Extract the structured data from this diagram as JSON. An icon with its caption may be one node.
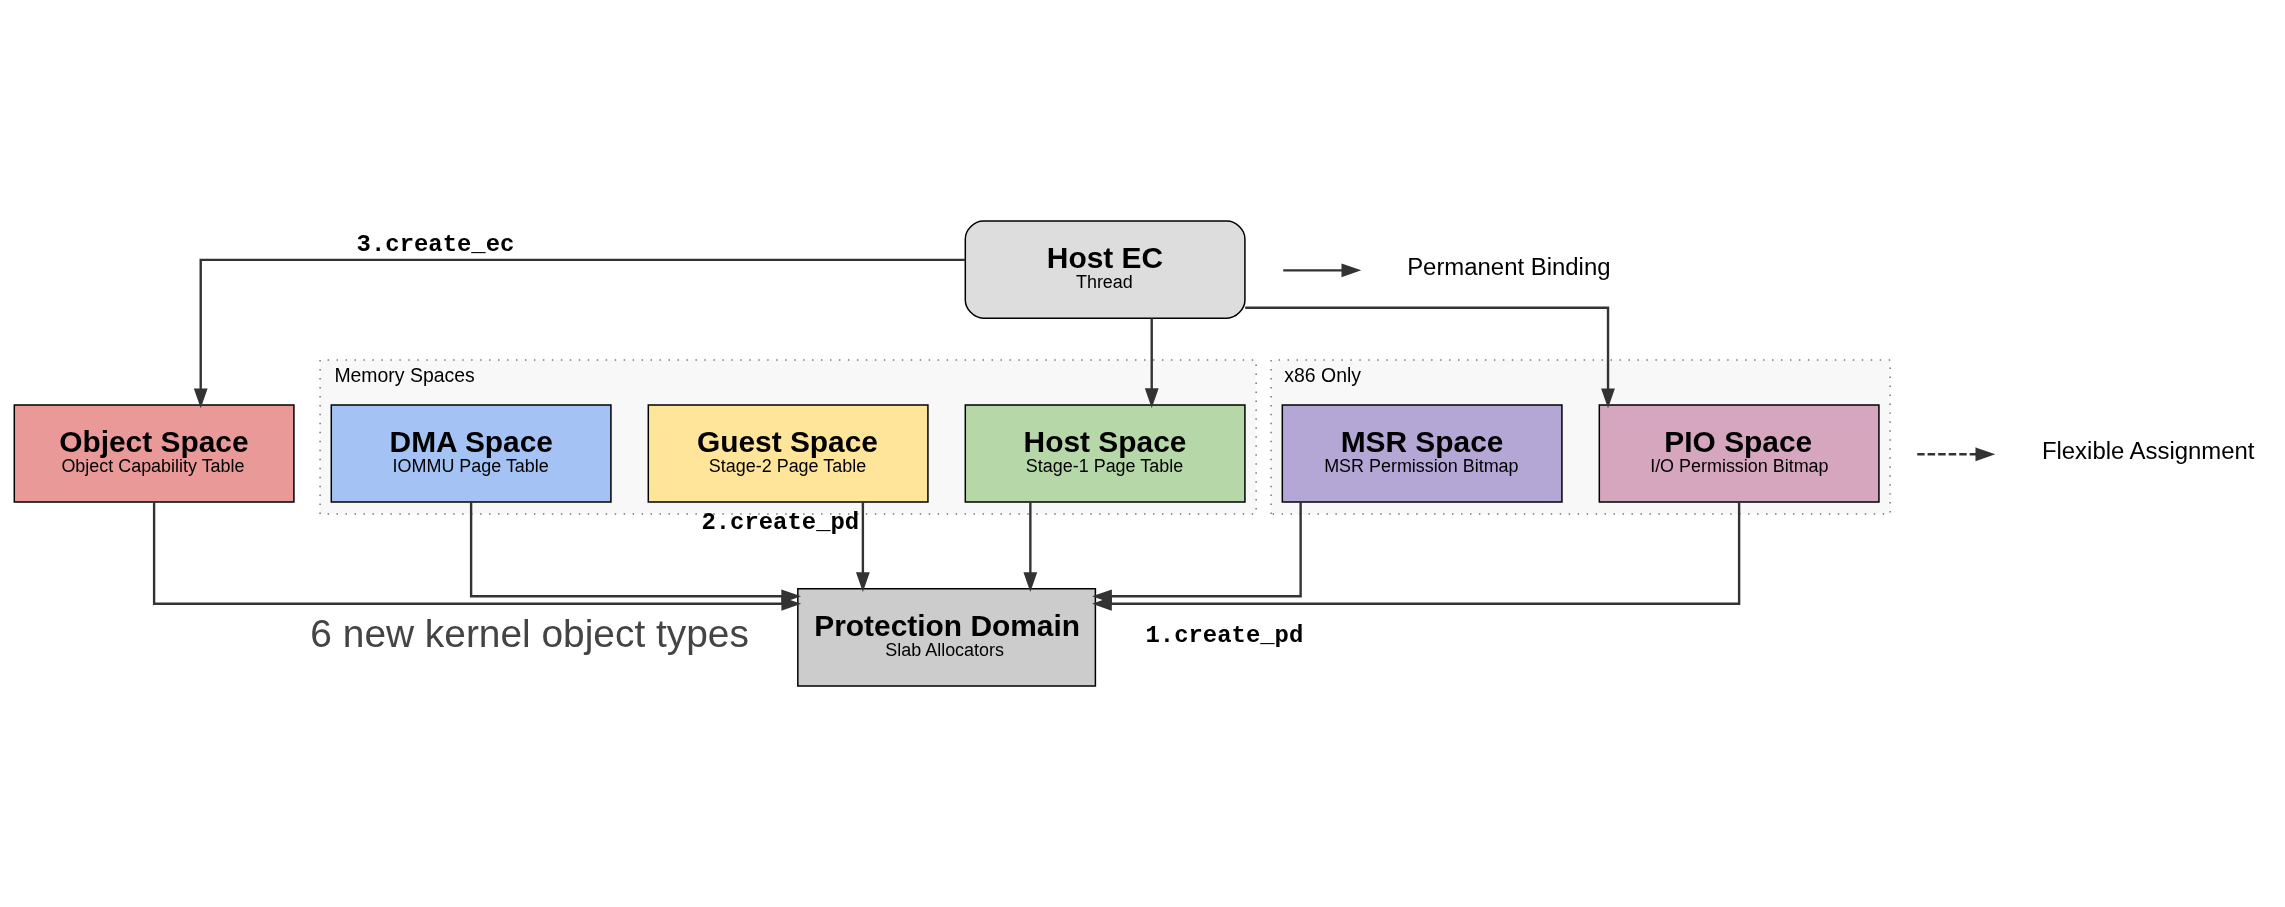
{
  "diagram": {
    "nodes": [
      {
        "text": [
          "Host EC",
          "Thread"
        ]
      },
      {
        "text": [
          "Object Space",
          "Object Capability Table"
        ]
      },
      {
        "text": [
          "Memory Spaces"
        ]
      },
      {
        "text": [
          "Host Space",
          "Stage-1 Page Table"
        ],
        "in": 2
      },
      {
        "text": [
          "Guest Space",
          "Stage-2 Page Table"
        ],
        "in": 2
      },
      {
        "text": [
          "DMA Space",
          "IOMMU Page Table"
        ],
        "in": 2
      },
      {
        "text": [
          "x86 Only"
        ]
      },
      {
        "text": [
          "PIO Space",
          "I/O Permission Bitmap"
        ],
        "in": 6
      },
      {
        "text": [
          "MSR Space",
          "MSR Permission Bitmap"
        ],
        "in": 6
      },
      {
        "text": [
          "Protection Domain",
          "Slab Allocators"
        ],
        "beside": [
          "1.create_pd"
        ]
      }
    ],
    "edges": [
      {
        "from": 0,
        "to": 1,
        "arrow": "to",
        "label": "3.create_ec"
      },
      {
        "from": 0,
        "to": 3,
        "arrow": "to"
      },
      {
        "from": 0,
        "to": 7,
        "arrow": "to"
      },
      {
        "from": 1,
        "to": 9,
        "arrow": "to"
      },
      {
        "from": 3,
        "to": 9,
        "arrow": "to"
      },
      {
        "from": 4,
        "to": 9,
        "arrow": "to",
        "label": "2.create_pd"
      },
      {
        "from": 5,
        "to": 9,
        "arrow": "to"
      },
      {
        "from": 7,
        "to": 9,
        "arrow": "to"
      },
      {
        "from": 8,
        "to": 9,
        "arrow": "to"
      }
    ],
    "labels": [
      "6 new kernel object types"
    ],
    "legend": [
      {
        "text": "Permanent Binding"
      },
      {
        "text": "Flexible Assignment"
      }
    ]
  }
}
